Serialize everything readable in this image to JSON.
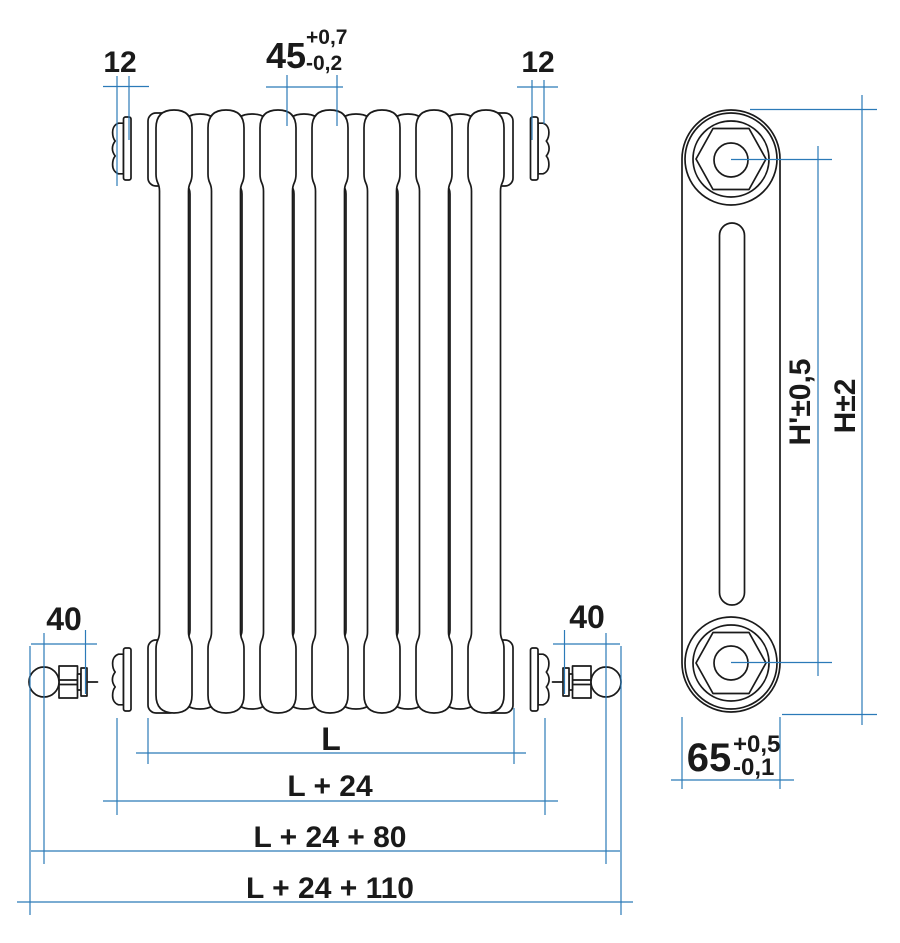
{
  "colors": {
    "ink": "#1a1a1a",
    "dimension_blue": "#2b7ab8",
    "background": "#ffffff"
  },
  "front_view": {
    "front_column_count": 7,
    "rear_column_count": 6,
    "labels": {
      "plug_top_left": "12",
      "pitch_value": "45",
      "pitch_tol_plus": "+0,7",
      "pitch_tol_minus": "-0,2",
      "plug_top_right": "12",
      "valve_bottom_left": "40",
      "valve_bottom_right": "40",
      "length": "L",
      "length_with_plugs": "L + 24",
      "length_with_valves": "L + 24 + 80",
      "length_overall": "L + 24 + 110"
    }
  },
  "side_view": {
    "labels": {
      "axis_height": "H'±0,5",
      "overall_height": "H±2",
      "depth_value": "65",
      "depth_tol_plus": "+0,5",
      "depth_tol_minus": "-0,1"
    }
  }
}
